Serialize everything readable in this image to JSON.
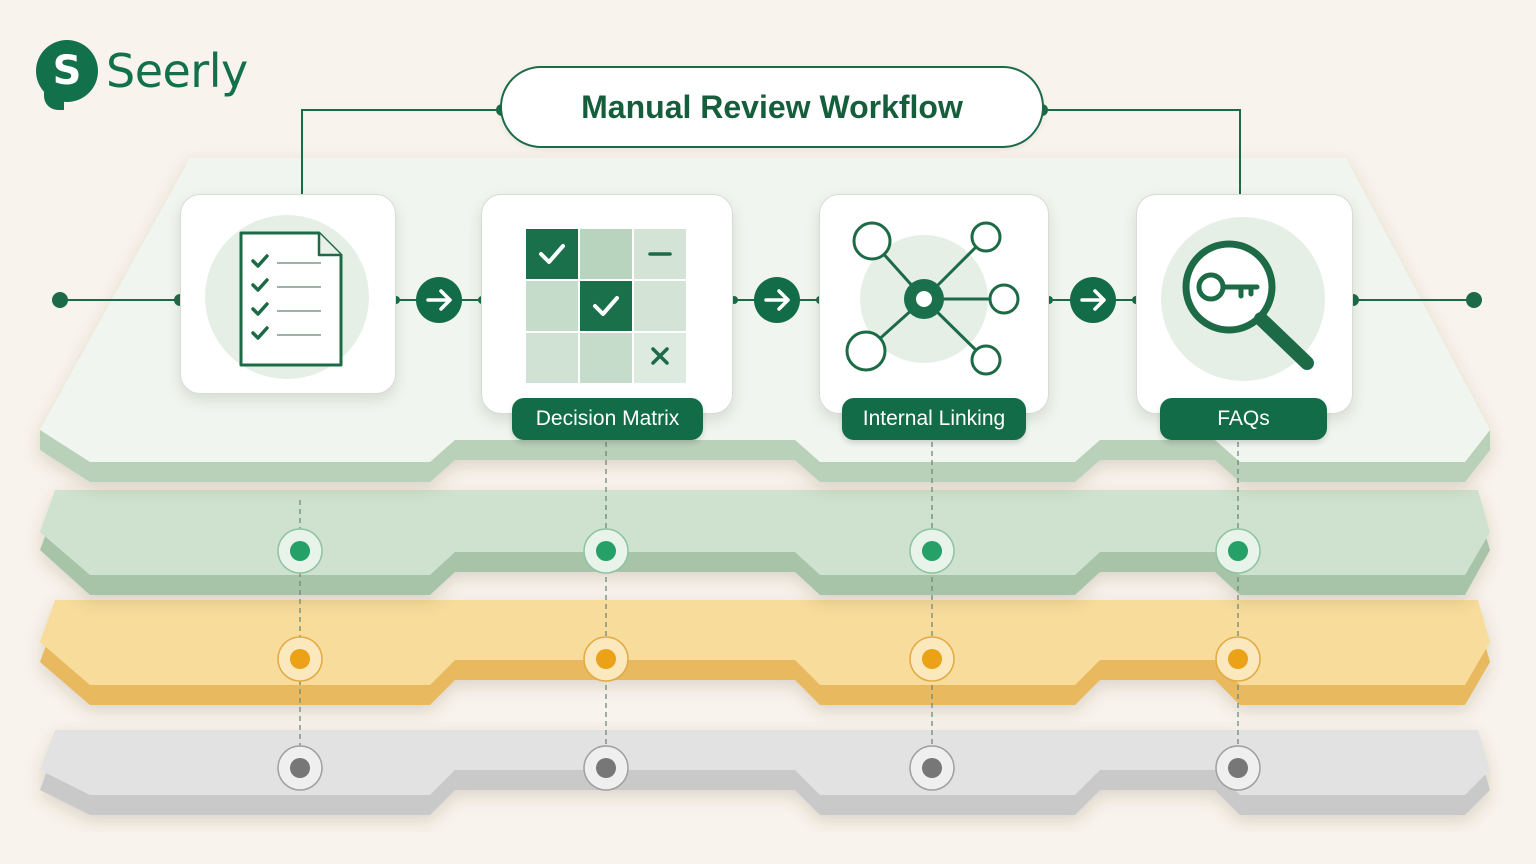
{
  "brand": {
    "logo_letter": "S",
    "name": "Seerly"
  },
  "diagram": {
    "title": "Manual Review Workflow",
    "steps": [
      {
        "icon": "checklist-document-icon",
        "label": ""
      },
      {
        "icon": "decision-grid-icon",
        "label": "Decision Matrix"
      },
      {
        "icon": "network-nodes-icon",
        "label": "Internal Linking"
      },
      {
        "icon": "key-magnifier-icon",
        "label": "FAQs"
      }
    ],
    "connector_icon": "arrow-right-icon",
    "layers": [
      {
        "role": "top-platform",
        "color": "#f1f5ef"
      },
      {
        "role": "green-layer",
        "color": "#c7dcc7"
      },
      {
        "role": "yellow-layer",
        "color": "#f5d48c"
      },
      {
        "role": "gray-layer",
        "color": "#dadada"
      }
    ]
  },
  "colors": {
    "accent": "#126c47",
    "background": "#f8f3ec"
  }
}
